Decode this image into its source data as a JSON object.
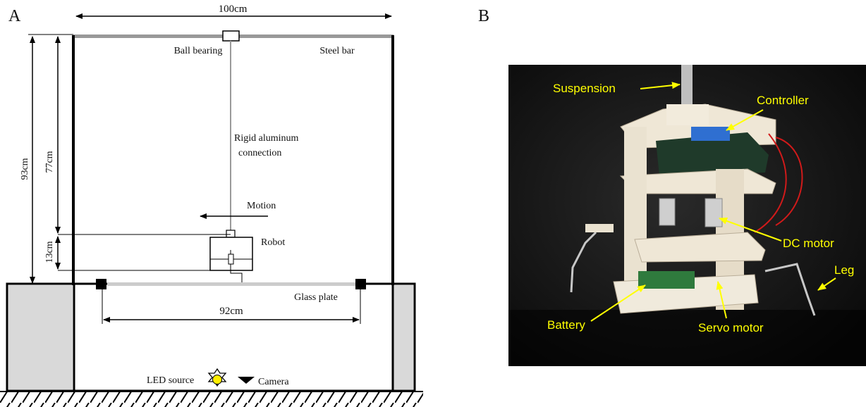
{
  "panel_a": {
    "letter": "A",
    "dims": {
      "width": "100cm",
      "height_total": "93cm",
      "height_suspension": "77cm",
      "height_robot": "13cm",
      "plate_span": "92cm"
    },
    "labels": {
      "ball_bearing": "Ball bearing",
      "steel_bar": "Steel bar",
      "connection_line1": "Rigid aluminum",
      "connection_line2": "connection",
      "motion": "Motion",
      "robot": "Robot",
      "glass_plate": "Glass plate",
      "led_source": "LED source",
      "camera": "Camera"
    }
  },
  "panel_b": {
    "letter": "B",
    "labels": {
      "suspension": "Suspension",
      "controller": "Controller",
      "dc_motor": "DC motor",
      "leg": "Leg",
      "battery": "Battery",
      "servo_motor": "Servo motor"
    },
    "label_color": "#ffff00"
  },
  "colors": {
    "frame": "#000000",
    "steel_bar": "#999999",
    "glass_plate": "#cccccc",
    "table_legs": "#d9d9d9",
    "led": "#ffee00"
  }
}
